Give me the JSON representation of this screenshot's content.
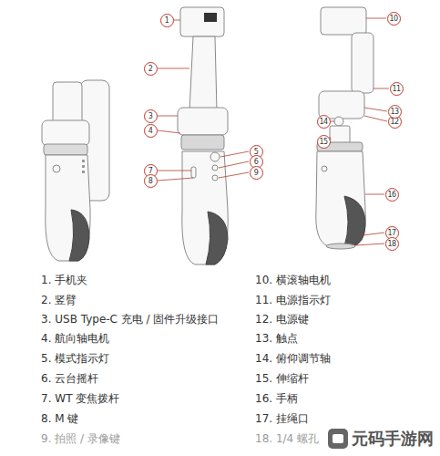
{
  "diagram": {
    "labels": [
      "1",
      "2",
      "3",
      "4",
      "5",
      "6",
      "7",
      "8",
      "9",
      "10",
      "11",
      "12",
      "13",
      "14",
      "15",
      "16",
      "17",
      "18",
      "1. 手机夹",
      "2. 竖臂",
      "3. USB Type-C 充电 / 固件升级接口",
      "4. 航向轴电机",
      "5. 模式指示灯",
      "6. 云台摇杆",
      "7. WT 变焦拨杆",
      "8. M 键",
      "9. 拍照 / 录像键",
      "10. 横滚轴电机",
      "11. 电源指示灯",
      "12. 电源键",
      "13. 触点",
      "14. 俯仰调节轴",
      "15. 伸缩杆",
      "16. 手柄",
      "17. 挂绳口",
      "18. 1/4 螺孔",
      "元码手游网"
    ]
  }
}
